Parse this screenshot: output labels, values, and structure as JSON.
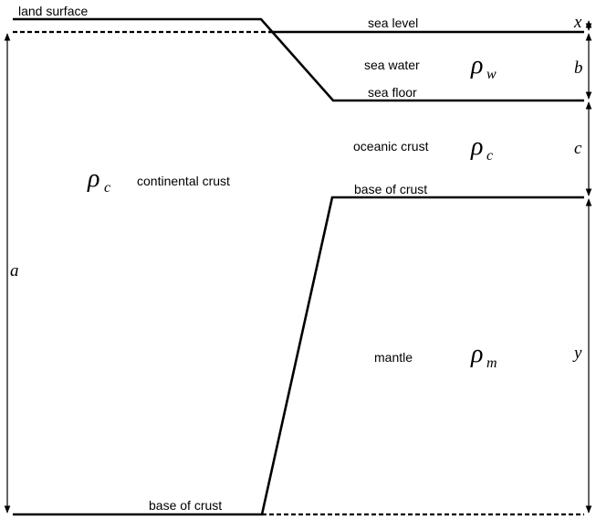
{
  "labels": {
    "land_surface": "land surface",
    "sea_level": "sea level",
    "sea_water": "sea water",
    "sea_floor": "sea floor",
    "oceanic_crust": "oceanic crust",
    "continental_crust": "continental crust",
    "base_of_crust_right": "base of crust",
    "mantle": "mantle",
    "base_of_crust_bottom": "base of crust"
  },
  "densities": {
    "symbol": "ρ",
    "continental": "c",
    "water": "w",
    "oceanic": "c",
    "mantle": "m"
  },
  "dimensions": {
    "a": "a",
    "x": "x",
    "b": "b",
    "c": "c",
    "y": "y"
  }
}
